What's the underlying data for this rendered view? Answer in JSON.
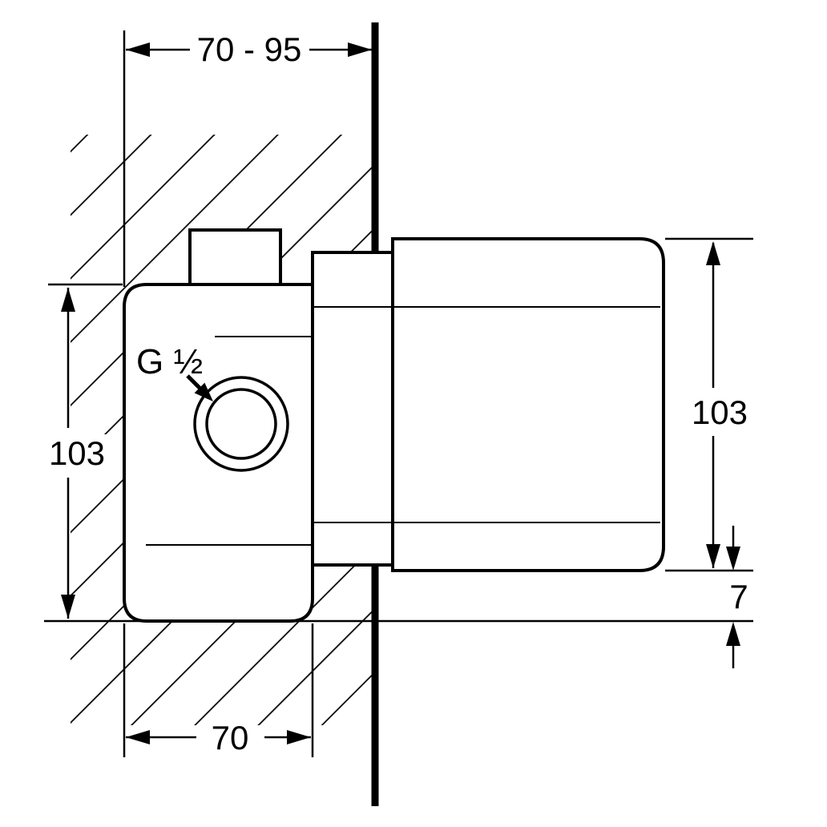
{
  "drawing": {
    "kind": "installation-dimension-drawing",
    "colors": {
      "line": "#000000",
      "background": "#ffffff"
    },
    "dimensions": {
      "top": "70 - 95",
      "left_height": "103",
      "right_height": "103",
      "right_offset": "7",
      "bottom_width": "70"
    },
    "annotations": {
      "thread_label": "G ½"
    }
  }
}
